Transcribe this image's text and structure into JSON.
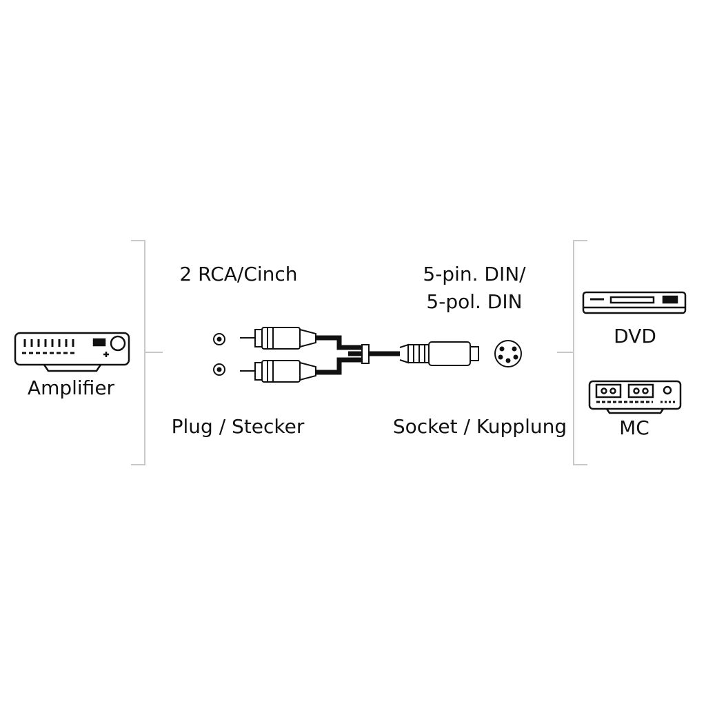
{
  "left_device": {
    "label": "Amplifier",
    "icon": "amplifier-icon"
  },
  "plug": {
    "type_label": "2 RCA/Cinch",
    "role_label": "Plug / Stecker",
    "icon": "rca-plug-icon"
  },
  "socket": {
    "type_label_line1": "5-pin. DIN/",
    "type_label_line2": "5-pol. DIN",
    "role_label": "Socket / Kupplung",
    "icon": "din-socket-icon"
  },
  "right_devices": [
    {
      "label": "DVD",
      "icon": "dvd-player-icon"
    },
    {
      "label": "MC",
      "icon": "cassette-deck-icon"
    }
  ],
  "colors": {
    "line": "#111111",
    "bracket": "#c8c8c8",
    "background": "#ffffff"
  }
}
